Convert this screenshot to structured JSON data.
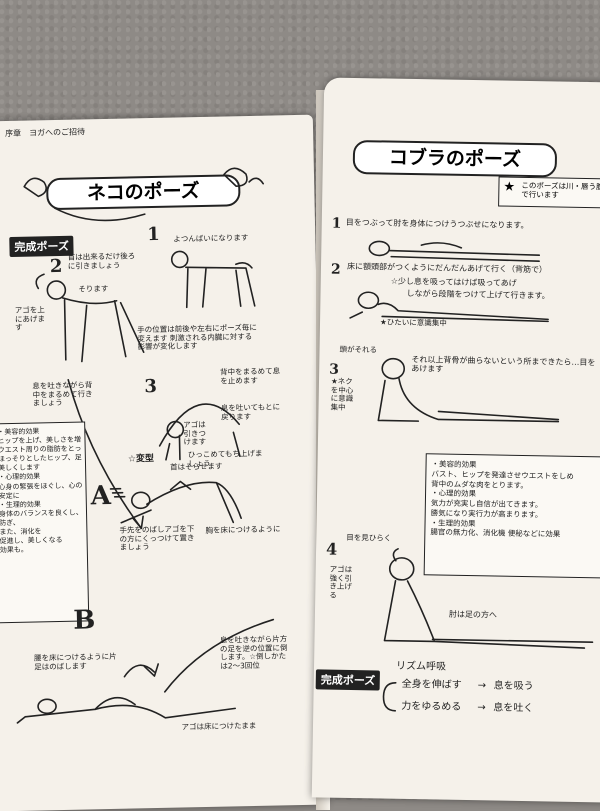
{
  "left": {
    "header": "序章　ヨガへのご招待",
    "title": "ネコのポーズ",
    "tag_complete": "完成ポーズ",
    "step1": "1",
    "step1_text": "よつんばいになります",
    "step2": "2",
    "step2_a": "首は出来るだけ後ろに引きましょう",
    "step2_b": "そります",
    "step2_c": "アゴを上にあげます",
    "step3": "3",
    "step3_a": "背中をまるめて息を止めます",
    "step3_b": "息を吐いてもとに戻ります",
    "step3_c": "アゴは引きつけます",
    "step3_d": "ひっこめてもち上げましょう",
    "hand_note": "手の位置は前後や左右にポーズ毎に変えます 刺激される内臓に対する影響が変化します",
    "breath_note": "息を吐きながら背中をまるめて行きましょう",
    "variant_label": "☆変型",
    "variant_note": "首はそらせます",
    "a_label": "A",
    "a_note1": "手先をのばしアゴを下の方にくっつけて置きましょう",
    "a_note2": "胸を床につけるように",
    "b_label": "B",
    "b_note1": "腰を床につけるように片足はのばします",
    "b_note2": "息を吐きながら片方の足を逆の位置に倒します。☆倒しかたは2〜3回位",
    "b_note3": "アゴは床につけたまま",
    "effects_lines": [
      "・美容的効果",
      "ヒップを上げ、美しさを増し",
      "ウエスト周りの脂肪をとって",
      "ほっそりとしたヒップ、足の線を",
      "美しくします",
      "・心理的効果",
      "心身の緊張をほぐし、心の",
      "安定に",
      "・生理的効果",
      "身体のバランスを良くし、老化を",
      "防ぎ、",
      "また、消化を",
      "促進し、美しくなる",
      "効果も。"
    ]
  },
  "right": {
    "title": "コブラのポーズ",
    "star_note": "このポーズは川・唇う腹で行います",
    "step1": "1",
    "step1_text": "目をつぶって肘を身体につけうつぶせになります。",
    "step2": "2",
    "step2_text1": "床に額頭部がつくようにだんだんあげて行く（背筋で）",
    "step2_text2": "☆少し息を吸ってはけば吸ってあげ",
    "step2_text3": "しながら段階をつけて上げて行きます。",
    "step2_text4": "★ひたいに意識集中",
    "step3": "3",
    "step3_a": "頭がそれる",
    "step3_b": "それ以上背骨が曲らないという所まできたら…目をあけます",
    "step3_c": "★ネクを中心に意識集中",
    "step4": "4",
    "step4_a": "目を見ひらく",
    "step4_b": "アゴは強く引き上げる",
    "step4_c": "肘は足の方へ",
    "effects_lines": [
      "・美容的効果",
      "バスト、ヒップを発達させウエストをしめ",
      "背中のムダな肉をとります。",
      "・心理的効果",
      "気力が充実し自信が出てきます。",
      "勝気になり実行力が高まります。",
      "・生理的効果",
      "腸官の無力化、消化機 便秘などに効果"
    ],
    "tag_complete": "完成ポーズ",
    "rhythm_title": "リズム呼吸",
    "rhythm1_left": "全身を伸ばす",
    "rhythm1_right": "息を吸う",
    "rhythm2_left": "力をゆるめる",
    "rhythm2_right": "息を吐く"
  }
}
